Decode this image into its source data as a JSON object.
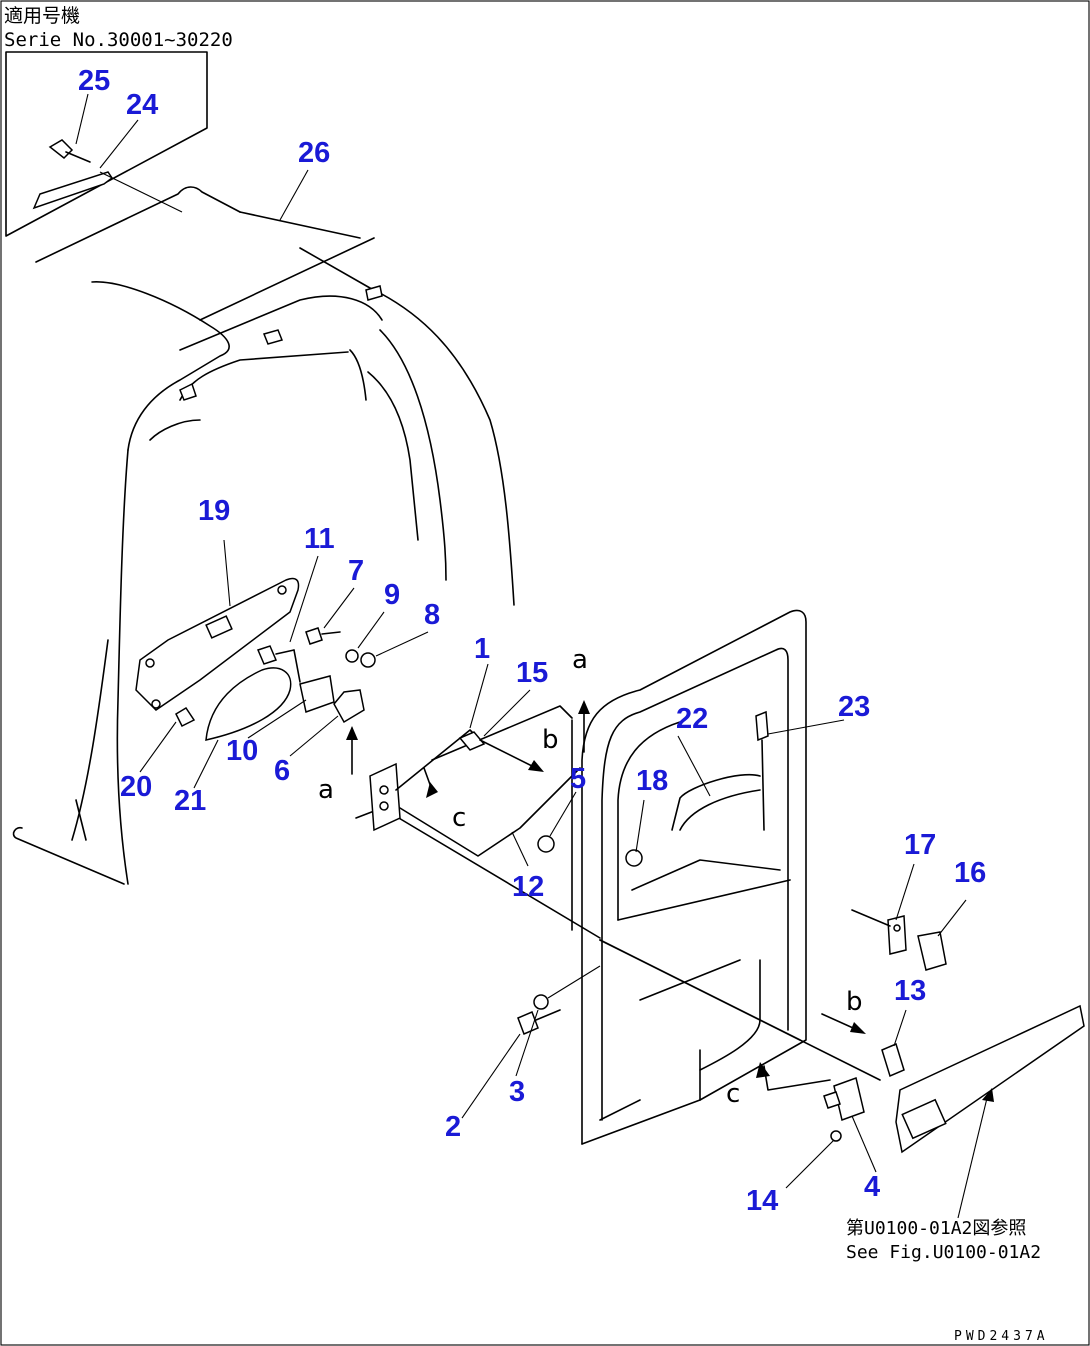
{
  "header": {
    "applicability_label": "適用号機",
    "serial_label": "Serie  No.30001~30220"
  },
  "callouts": [
    "1",
    "2",
    "3",
    "4",
    "5",
    "6",
    "7",
    "8",
    "9",
    "10",
    "11",
    "12",
    "13",
    "14",
    "15",
    "16",
    "17",
    "18",
    "19",
    "20",
    "21",
    "22",
    "23",
    "24",
    "25",
    "26"
  ],
  "view_letters": {
    "a": "a",
    "b": "b",
    "c": "c"
  },
  "reference_note": {
    "jp": "第U0100-01A2図参照",
    "en": "See Fig.U0100-01A2"
  },
  "drawing_code": "PWD2437A"
}
